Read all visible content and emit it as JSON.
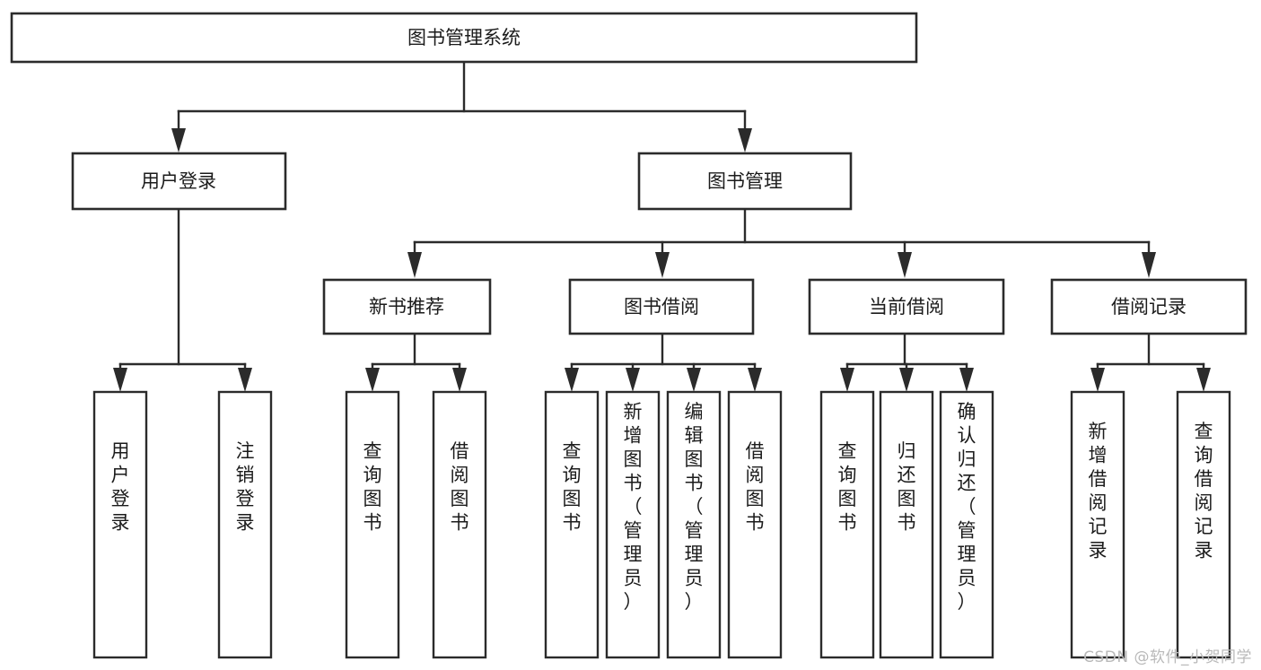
{
  "diagram": {
    "kind": "tree-hierarchy",
    "title": "图书管理系统",
    "orientation": "top-down",
    "colors": {
      "background": "#ffffff",
      "box_fill": "#ffffff",
      "stroke": "#2b2b2b",
      "text": "#1b1b1b",
      "watermark": "#b9b9b9"
    },
    "root": {
      "id": "root",
      "label": "图书管理系统"
    },
    "level2": [
      {
        "id": "user-login",
        "label": "用户登录"
      },
      {
        "id": "book-manage",
        "label": "图书管理"
      }
    ],
    "level3": [
      {
        "id": "new-book-rec",
        "label": "新书推荐",
        "parent": "book-manage"
      },
      {
        "id": "book-borrow",
        "label": "图书借阅",
        "parent": "book-manage"
      },
      {
        "id": "current-borrow",
        "label": "当前借阅",
        "parent": "book-manage"
      },
      {
        "id": "borrow-record",
        "label": "借阅记录",
        "parent": "book-manage"
      }
    ],
    "leaves": {
      "user-login": [
        {
          "id": "leaf-user-login",
          "label": "用户登录"
        },
        {
          "id": "leaf-logout",
          "label": "注销登录"
        }
      ],
      "new-book-rec": [
        {
          "id": "leaf-query-book-1",
          "label": "查询图书"
        },
        {
          "id": "leaf-borrow-book-1",
          "label": "借阅图书"
        }
      ],
      "book-borrow": [
        {
          "id": "leaf-query-book-2",
          "label": "查询图书"
        },
        {
          "id": "leaf-add-book",
          "label": "新增图书（管理员）"
        },
        {
          "id": "leaf-edit-book",
          "label": "编辑图书（管理员）"
        },
        {
          "id": "leaf-borrow-book-2",
          "label": "借阅图书"
        }
      ],
      "current-borrow": [
        {
          "id": "leaf-query-book-3",
          "label": "查询图书"
        },
        {
          "id": "leaf-return-book",
          "label": "归还图书"
        },
        {
          "id": "leaf-confirm-return",
          "label": "确认归还（管理员）"
        }
      ],
      "borrow-record": [
        {
          "id": "leaf-add-record",
          "label": "新增借阅记录"
        },
        {
          "id": "leaf-query-record",
          "label": "查询借阅记录"
        }
      ]
    }
  },
  "watermark": {
    "text": "CSDN @软件_小贺同学"
  }
}
